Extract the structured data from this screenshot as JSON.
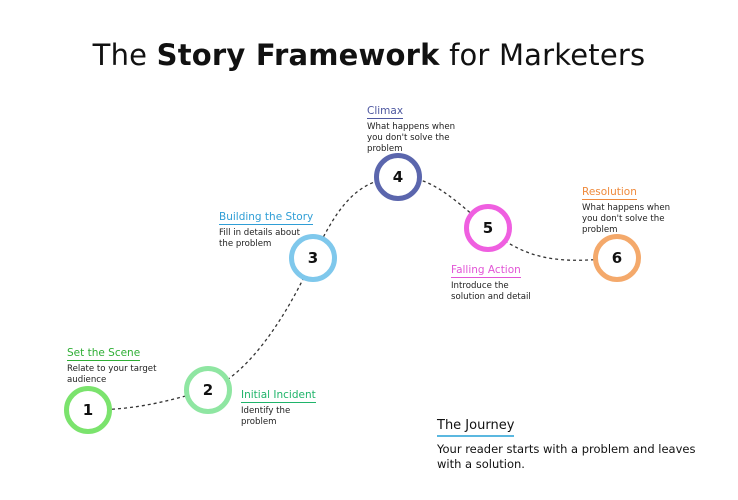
{
  "title": {
    "prefix": "The",
    "bold": "Story Framework",
    "suffix": "for Marketers"
  },
  "steps": [
    {
      "number": "1",
      "label": "Set the Scene",
      "desc": "Relate to your target audience",
      "color": "#7be36d",
      "text_color": "#2eae34"
    },
    {
      "number": "2",
      "label": "Initial Incident",
      "desc": "Identify the problem",
      "color": "#8fe6a2",
      "text_color": "#1fb46a"
    },
    {
      "number": "3",
      "label": "Building the Story",
      "desc": "Fill in details about the problem",
      "color": "#7fc8ec",
      "text_color": "#2f9ed6"
    },
    {
      "number": "4",
      "label": "Climax",
      "desc": "What happens when you don't solve the problem",
      "color": "#5b66ad",
      "text_color": "#4d57a0"
    },
    {
      "number": "5",
      "label": "Falling Action",
      "desc": "Introduce the solution and detail",
      "color": "#ef5fe0",
      "text_color": "#e255d6"
    },
    {
      "number": "6",
      "label": "Resolution",
      "desc": "What happens when you don't solve the problem",
      "color": "#f4a96b",
      "text_color": "#ef8a3c"
    }
  ],
  "journey": {
    "title": "The Journey",
    "desc": "Your reader starts with a problem and leaves with a solution."
  }
}
